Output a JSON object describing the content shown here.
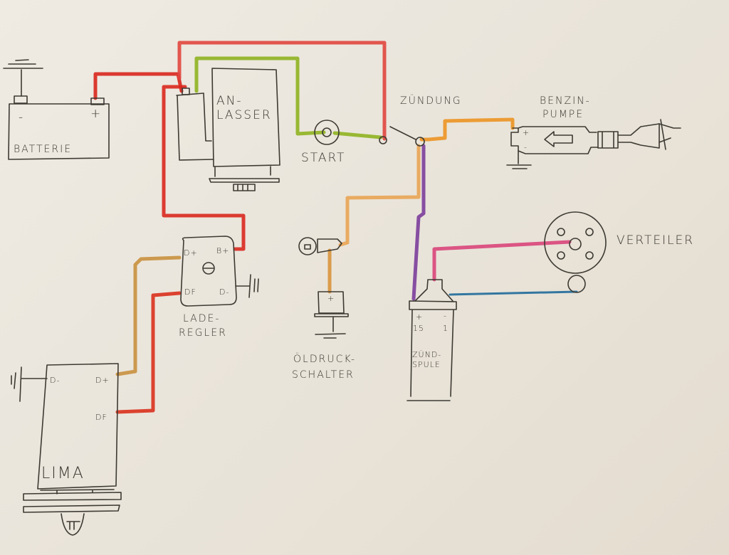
{
  "diagram": {
    "type": "wiring-diagram",
    "components": {
      "battery": {
        "label": "BATTERIE",
        "minus": "-",
        "plus": "+"
      },
      "starter": {
        "label_line1": "AN-",
        "label_line2": "LASSER"
      },
      "start_button": {
        "label": "START"
      },
      "ignition_switch": {
        "label": "ZÜNDUNG"
      },
      "fuel_pump": {
        "label_line1": "BENZIN-",
        "label_line2": "PUMPE",
        "plus": "+",
        "minus": "-"
      },
      "distributor": {
        "label": "VERTEILER"
      },
      "regulator": {
        "label_line1": "LADE-",
        "label_line2": "REGLER",
        "d_plus": "D+",
        "b_plus": "B+",
        "df": "DF",
        "d_minus": "D-"
      },
      "oil_pressure_switch": {
        "label_line1": "ÖLDRUCK-",
        "label_line2": "SCHALTER",
        "plus": "+"
      },
      "ignition_coil": {
        "label_line1": "ZÜND-",
        "label_line2": "SPULE",
        "plus": "+",
        "minus": "-",
        "terminal_15": "15",
        "terminal_1": "1"
      },
      "alternator": {
        "label": "LIMA",
        "d_minus": "D-",
        "d_plus": "D+",
        "df": "DF"
      }
    },
    "wires": [
      {
        "name": "battery-to-starter",
        "from": "Batterie +",
        "to": "Anlasser",
        "color": "#d8261c"
      },
      {
        "name": "starter-to-ignition",
        "from": "Anlasser",
        "to": "Zündung",
        "color": "#e0463e"
      },
      {
        "name": "starter-solenoid-to-start",
        "from": "Anlasser",
        "to": "Start",
        "color": "#8fb320"
      },
      {
        "name": "starter-to-regulator-bplus",
        "from": "Anlasser",
        "to": "Laderegler B+",
        "color": "#d9281e"
      },
      {
        "name": "ignition-to-fuel-pump",
        "from": "Zündung",
        "to": "Benzinpumpe +",
        "color": "#ec9322"
      },
      {
        "name": "ignition-to-oil-lamp",
        "from": "Zündung",
        "to": "Öldruck Lampe",
        "color": "#e9a453"
      },
      {
        "name": "lamp-to-oil-switch",
        "from": "Lampe",
        "to": "Öldruckschalter +",
        "color": "#d8933c"
      },
      {
        "name": "ignition-to-coil-15",
        "from": "Zündung",
        "to": "Zündspule 15",
        "color": "#7b3d9a"
      },
      {
        "name": "coil-to-distributor-hv",
        "from": "Zündspule",
        "to": "Verteiler",
        "color": "#d9457a"
      },
      {
        "name": "coil-1-to-distributor",
        "from": "Zündspule 1",
        "to": "Verteiler",
        "color": "#1f6a9a"
      },
      {
        "name": "regulator-dplus-to-lima-dplus",
        "from": "Laderegler D+",
        "to": "Lima D+",
        "color": "#c9903e"
      },
      {
        "name": "regulator-df-to-lima-df",
        "from": "Laderegler DF",
        "to": "Lima DF",
        "color": "#d9301c"
      }
    ]
  }
}
